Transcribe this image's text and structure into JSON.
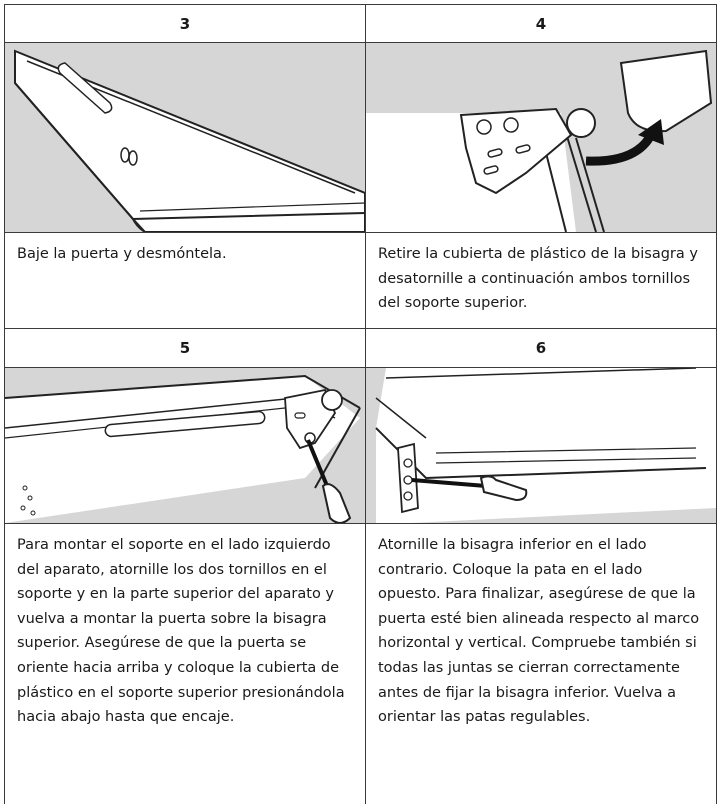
{
  "steps": [
    {
      "number": "3",
      "illustration": "door-lowered-removed",
      "text": "Baje la puerta y desmóntela."
    },
    {
      "number": "4",
      "illustration": "hinge-cover-removal",
      "text": "Retire la cubierta de plástico de la bisagra y desatornille a continuación ambos tornillos del soporte superior."
    },
    {
      "number": "5",
      "illustration": "mount-hinge-left-side",
      "text": "Para montar el soporte en el lado izquierdo del aparato, atornille los dos tornillos en el soporte y en la parte superior del aparato y vuelva a montar la puerta sobre la bisagra superior. Asegúrese de que la puerta se oriente hacia arriba y coloque la cubierta de plástico en el soporte superior presionándola hacia abajo hasta que encaje."
    },
    {
      "number": "6",
      "illustration": "lower-hinge-opposite-side",
      "text": "Atornille la bisagra inferior en el lado contrario. Coloque la pata en el lado opuesto. Para finalizar, asegúrese de que la puerta esté bien alineada respecto al marco horizontal y vertical. Compruebe también si todas las juntas se cierran correctamente antes de fijar la bisagra inferior. Vuelva a orientar las patas regulables."
    }
  ],
  "colors": {
    "illustration_bg": "#d6d6d6",
    "border": "#3a3a3a",
    "text": "#1a1a1a"
  }
}
